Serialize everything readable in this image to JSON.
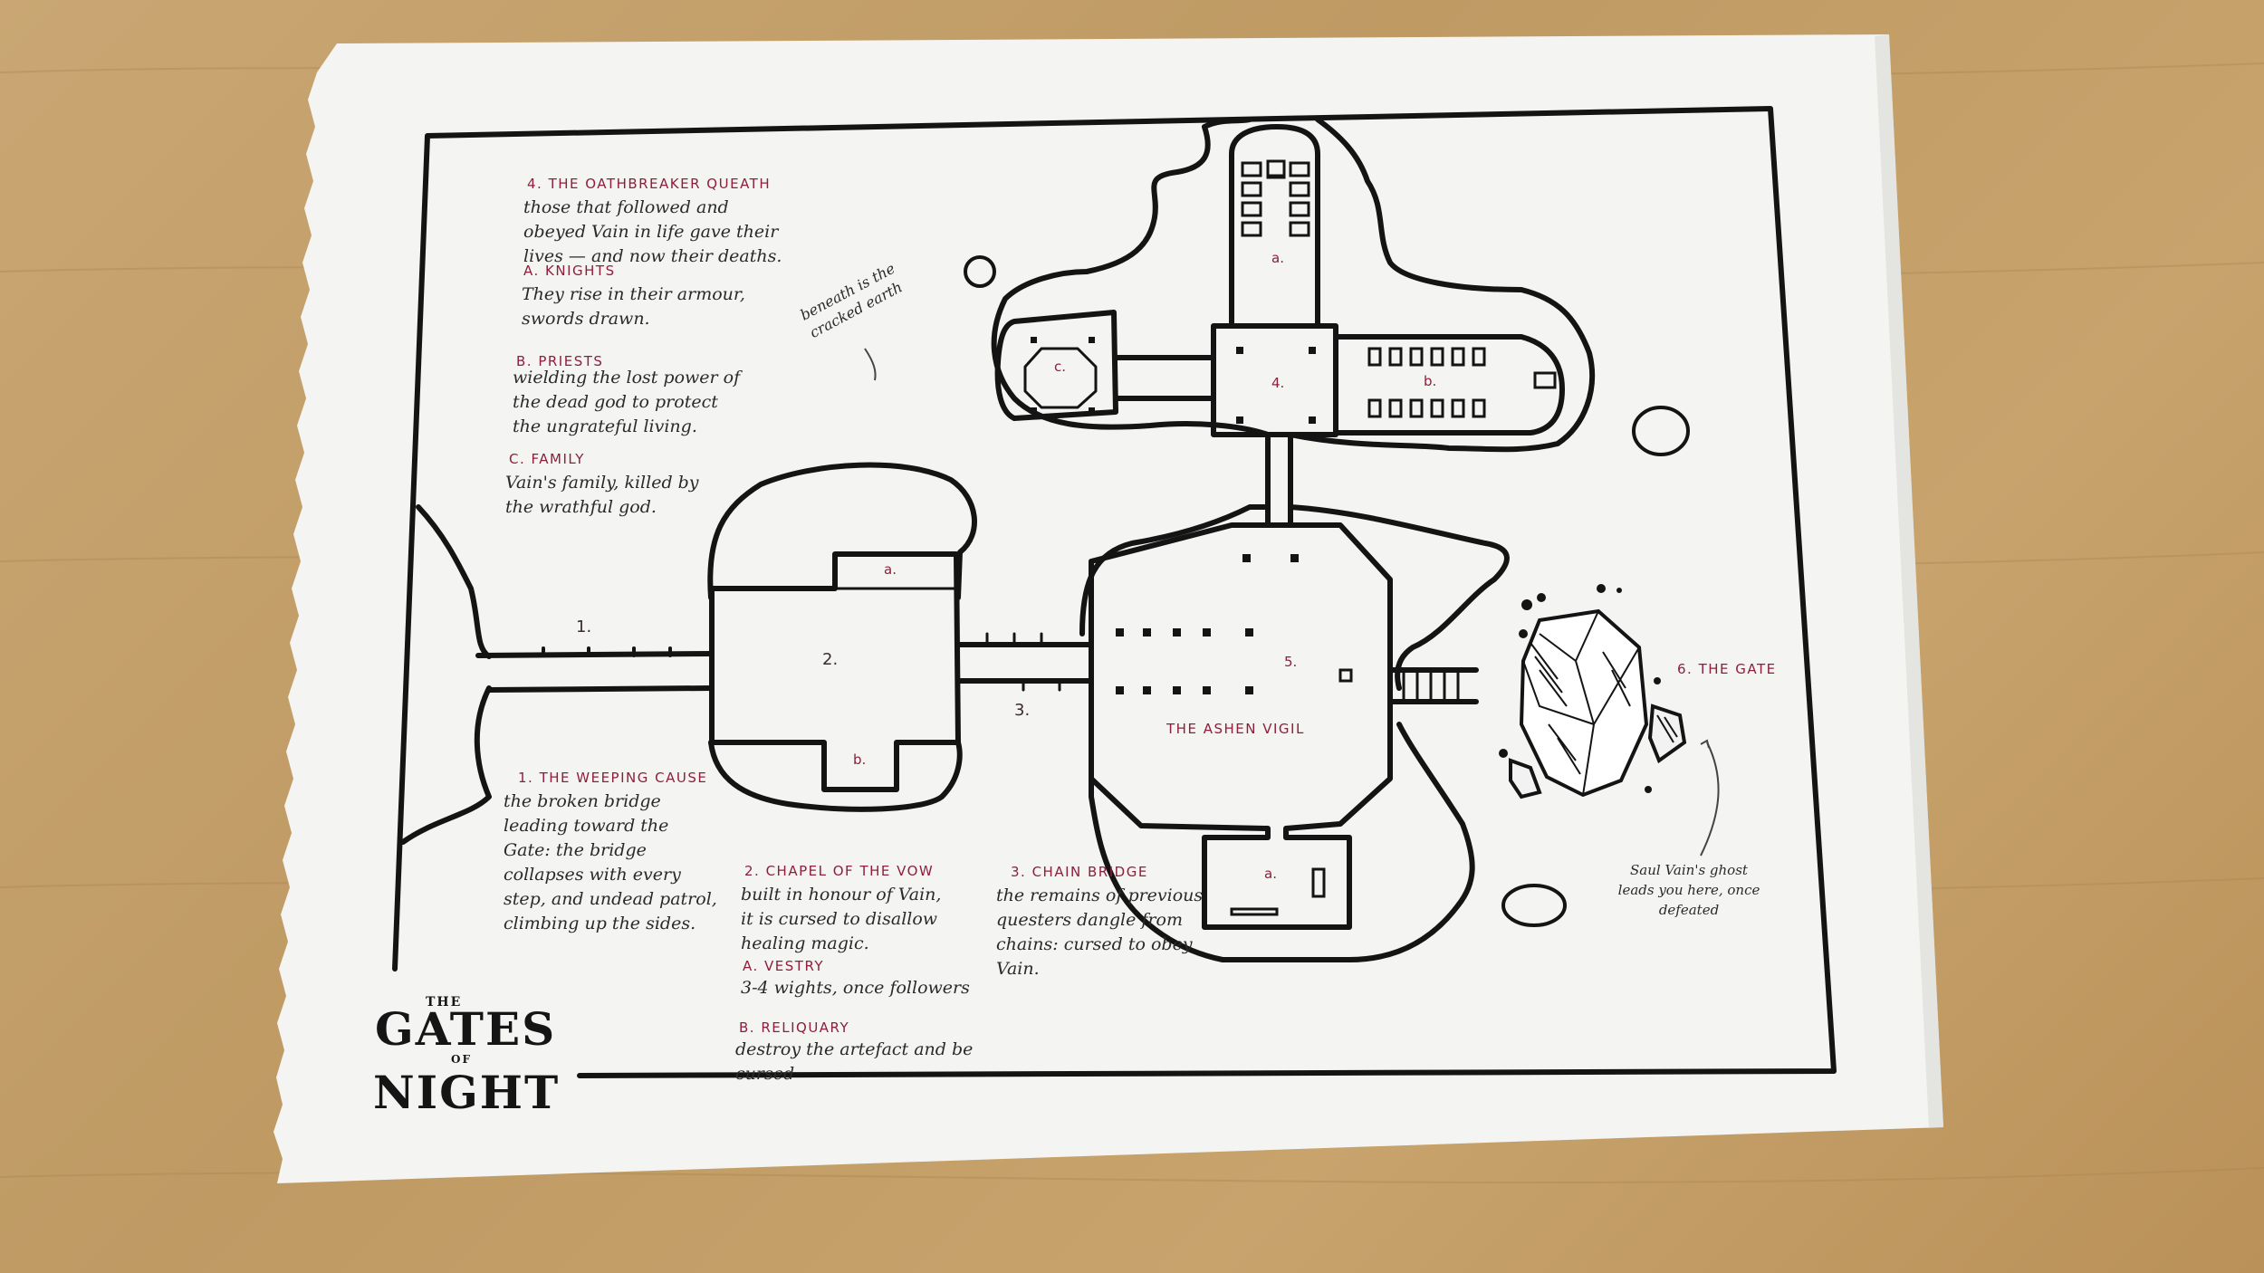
{
  "map": {
    "logo": {
      "the": "THE",
      "line1": "GATES",
      "of": "OF",
      "line2": "NIGHT"
    },
    "legend": {
      "oathbreaker": {
        "heading": "4. THE OATHBREAKER QUEATH",
        "text": "those that followed and obeyed Vain in life gave their lives — and now their deaths.",
        "knights_heading": "a. KNIGHTS",
        "knights_text": "They rise in their armour, swords drawn.",
        "priests_heading": "b. PRIESTS",
        "priests_text": "wielding the lost power of the dead god to protect the ungrateful living.",
        "family_heading": "c. FAMILY",
        "family_text": "Vain's family, killed by the wrathful god."
      },
      "weeping": {
        "heading": "1. THE WEEPING CAUSE",
        "text": "the broken bridge leading toward the Gate: the bridge collapses with every step, and undead patrol, climbing up the sides."
      },
      "chapel": {
        "heading": "2. CHAPEL of the VOW",
        "text": "built in honour of Vain, it is cursed to disallow healing magic.",
        "vestry_heading": "a. VESTRY",
        "vestry_text": "3-4 wights, once followers",
        "reliquary_heading": "b. RELIQUARY",
        "reliquary_text": "destroy the artefact and be cursed"
      },
      "chain": {
        "heading": "3. CHAIN BRIDGE",
        "text": "the remains of previous questers dangle from chains: cursed to obey Vain."
      },
      "gate": {
        "heading": "6. THE GATE",
        "text": "Saul Vain's ghost leads you here, once defeated"
      },
      "beneath": "beneath is the cracked earth"
    },
    "rooms": {
      "n1": "1.",
      "n2": "2.",
      "n2a": "a.",
      "n2b": "b.",
      "n3": "3.",
      "n4": "4.",
      "n4a": "a.",
      "n4b": "b.",
      "n4c": "c.",
      "n5": "5.",
      "n5a": "a.",
      "vigil": "THE ASHEN VIGIL"
    },
    "colors": {
      "paper": "#f4f4f2",
      "ink": "#141414",
      "accent": "#8e1f3c",
      "wood": "#c4a06a"
    }
  }
}
